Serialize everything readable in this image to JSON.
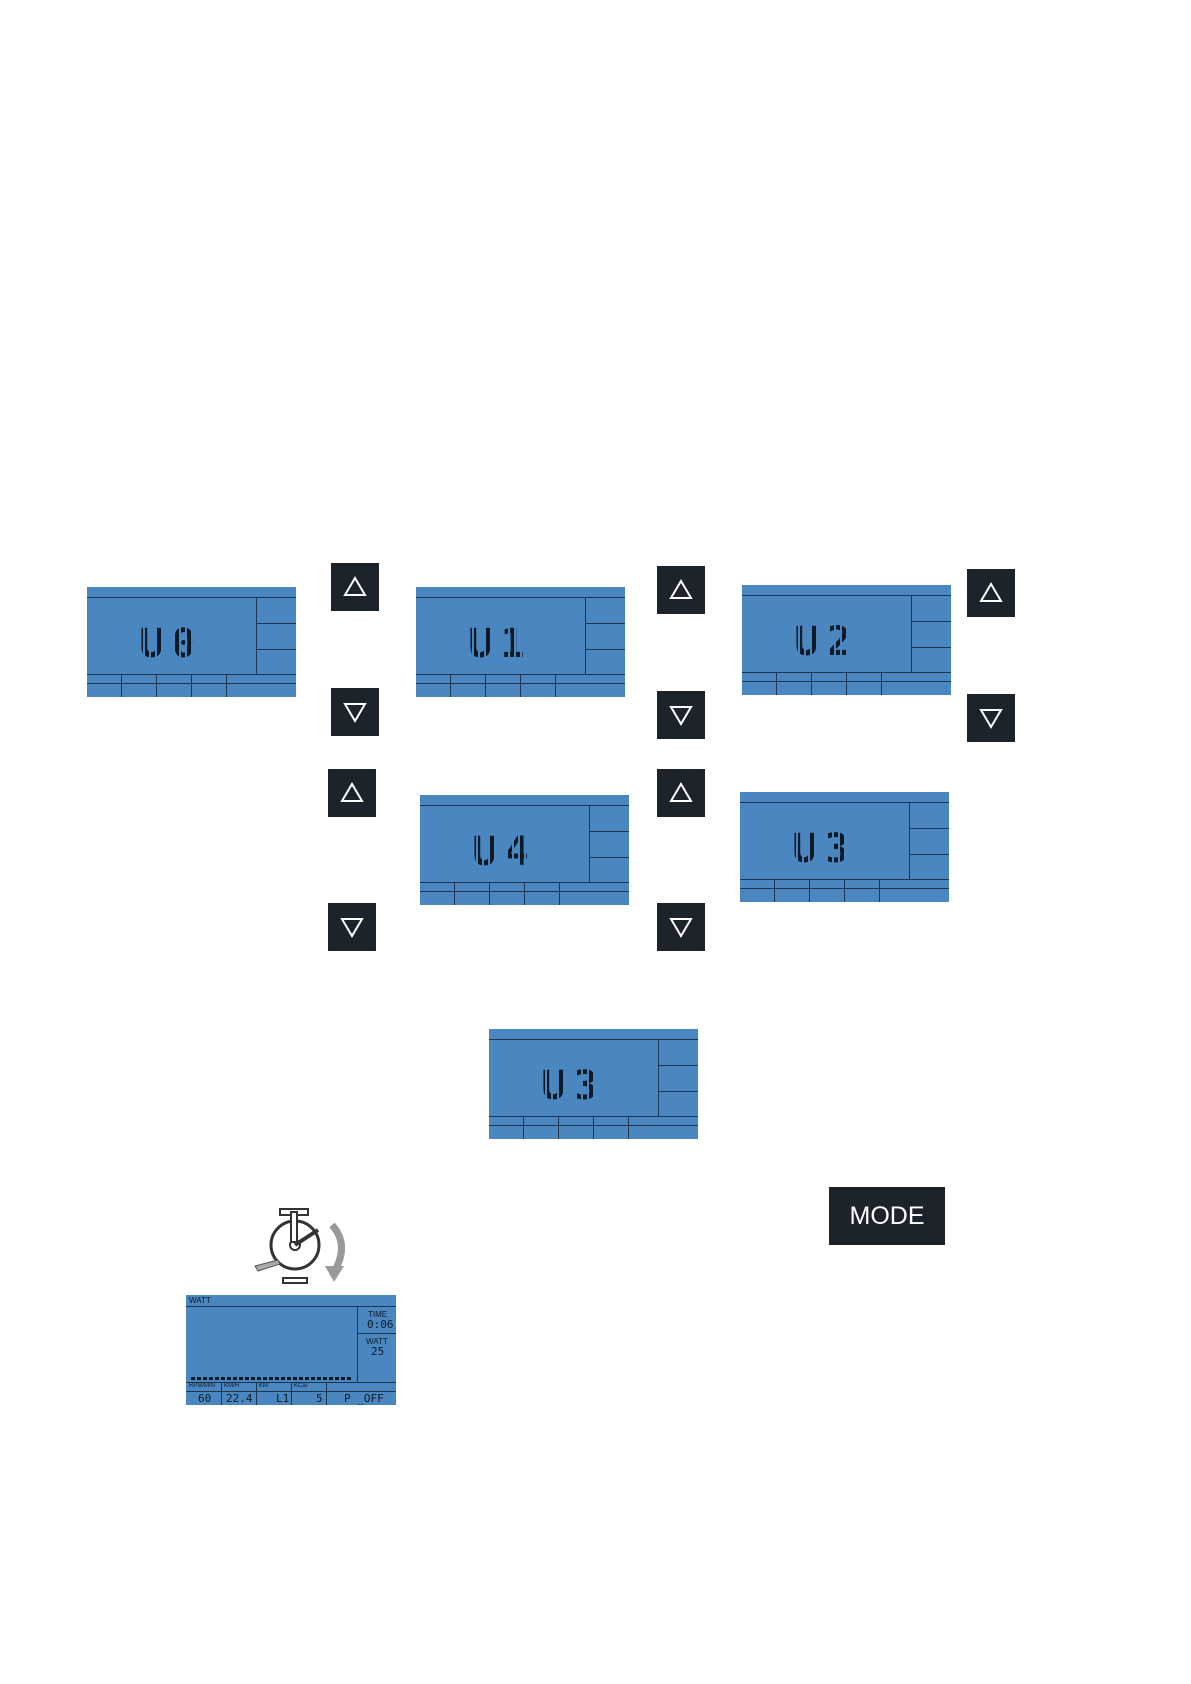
{
  "displays": [
    {
      "id": "u0",
      "text": "U0"
    },
    {
      "id": "u1",
      "text": "U1"
    },
    {
      "id": "u2",
      "text": "U2"
    },
    {
      "id": "u4",
      "text": "U4"
    },
    {
      "id": "u3a",
      "text": "U3"
    },
    {
      "id": "u3b",
      "text": "U3"
    }
  ],
  "buttons": {
    "up_icon": "up-triangle-icon",
    "down_icon": "down-triangle-icon",
    "mode_label": "MODE"
  },
  "watt_display": {
    "header": "WATT",
    "time_label": "TIME",
    "time_value": "0:06",
    "watt_label": "WATT",
    "watt_value": "25",
    "bottom_labels": [
      "RPM/MIN",
      "KM/H",
      "KM",
      "KCal"
    ],
    "bottom_values": [
      "60",
      "22.4",
      "L1",
      "5",
      "P _OFF"
    ]
  },
  "colors": {
    "lcd_background": "#4a86c0",
    "button_background": "#1c232b"
  }
}
